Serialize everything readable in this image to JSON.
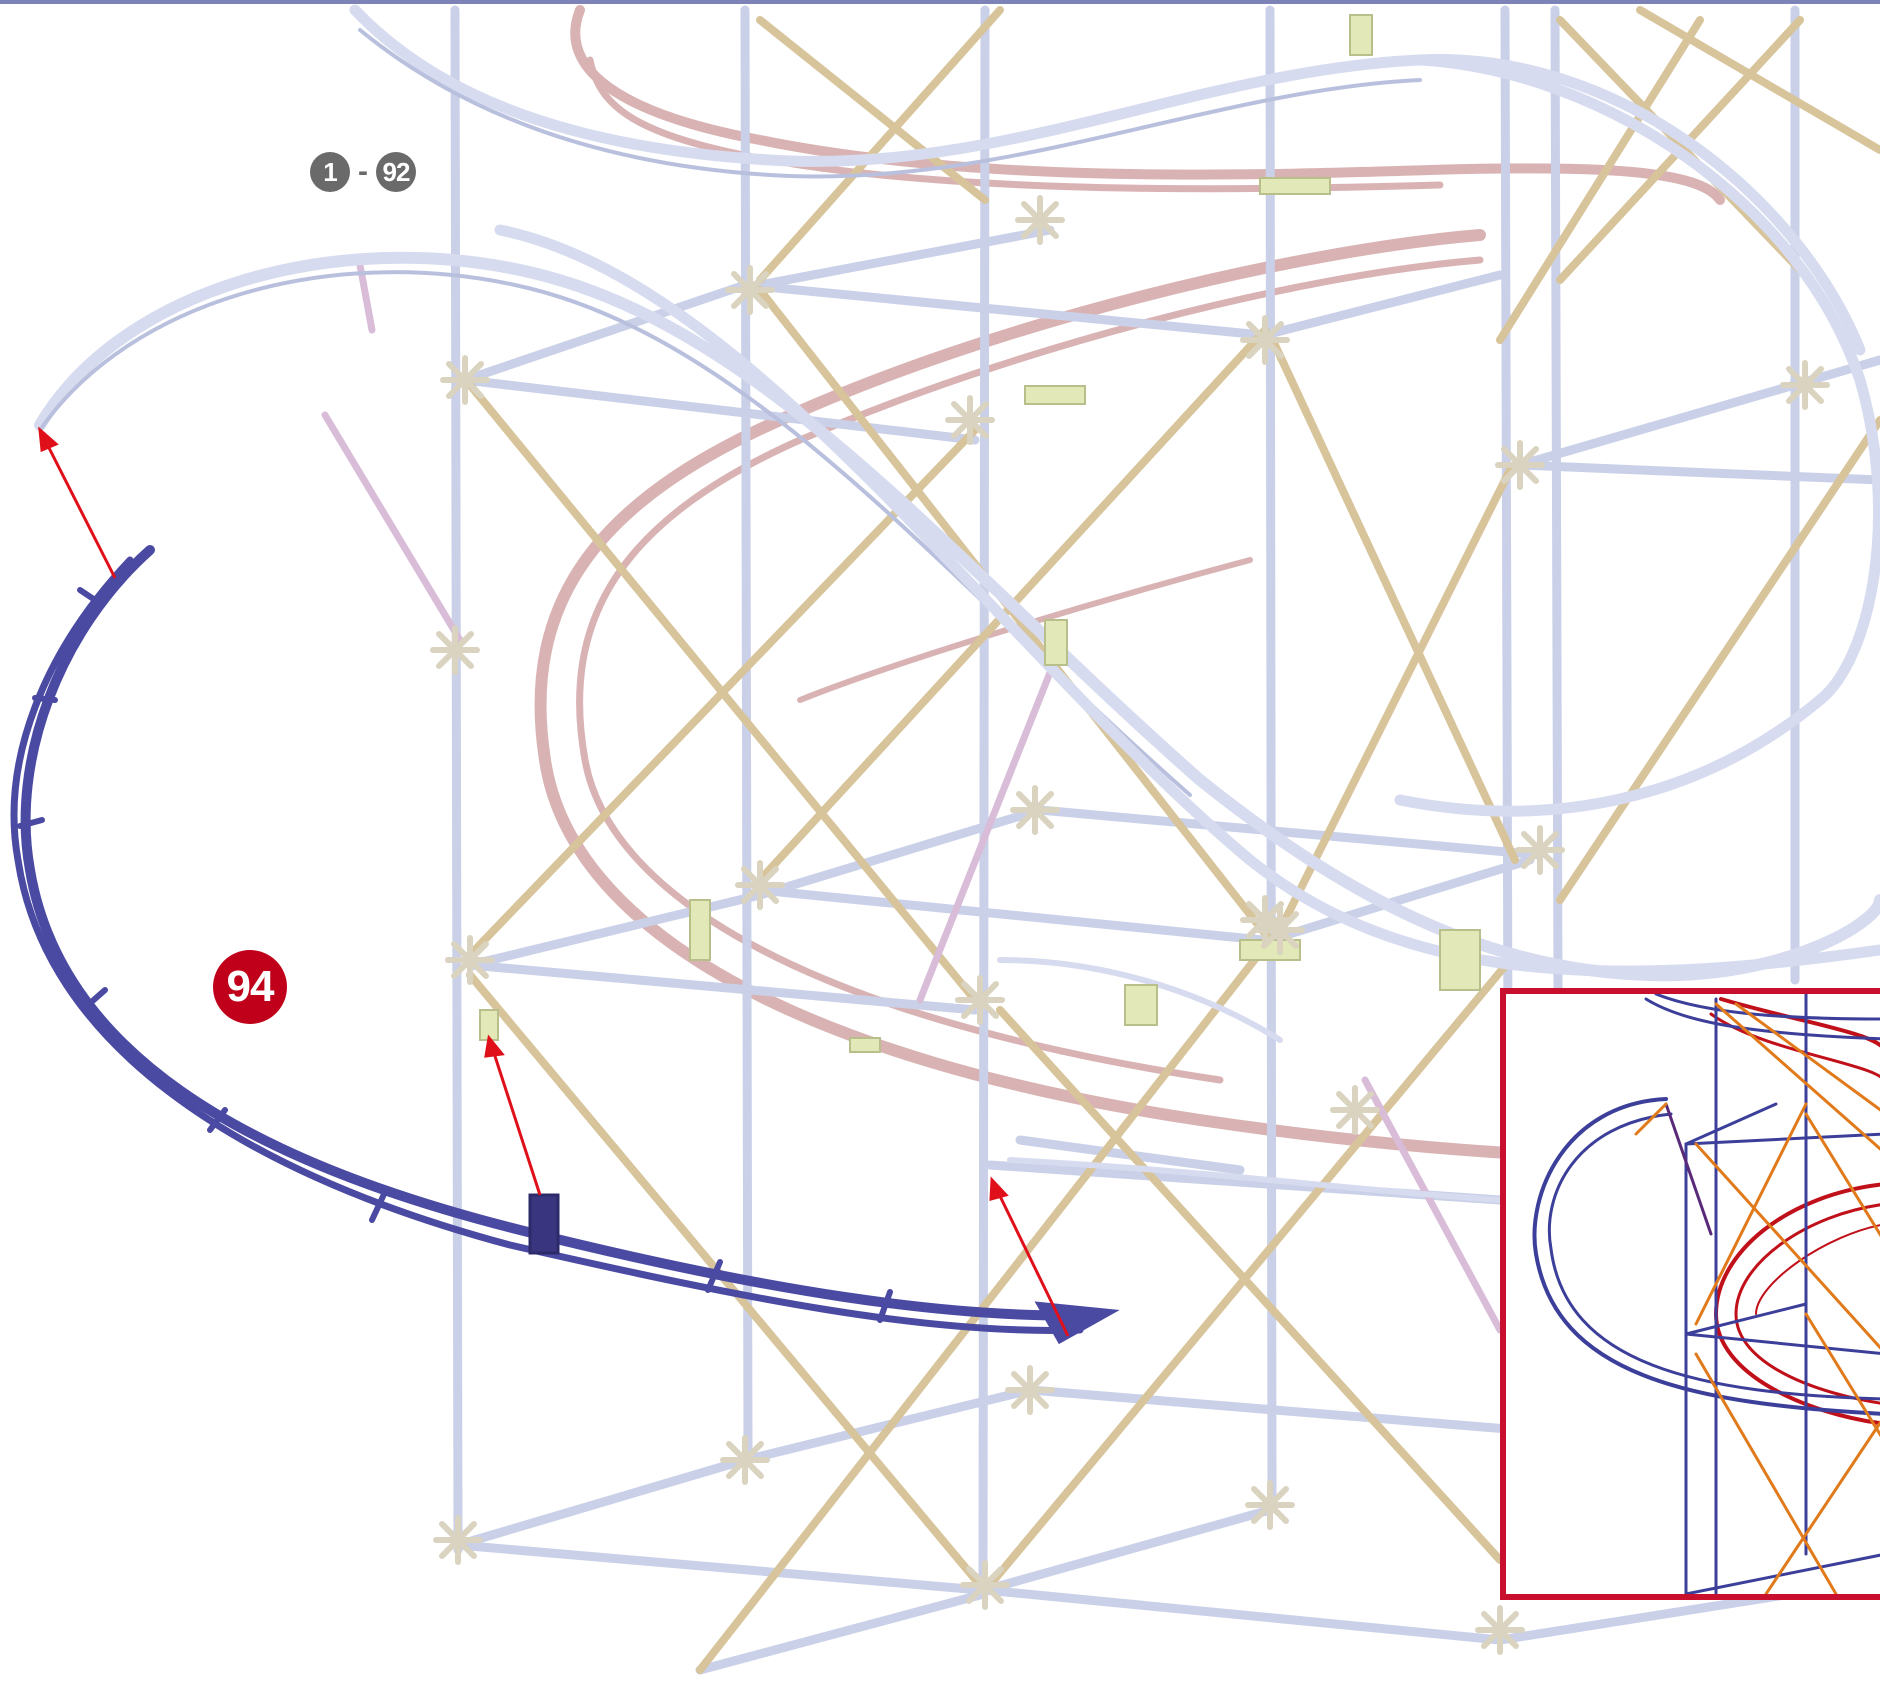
{
  "instruction": {
    "previous_steps": {
      "from": "1",
      "separator": "-",
      "to": "92"
    },
    "current_step": "94"
  },
  "colors": {
    "frame_rod": "#c9d0e8",
    "tan_rod": "#d8c49a",
    "pink_track": "#d9b3b3",
    "light_track": "#d7dbef",
    "new_track": "#4b4aa3",
    "arrow": "#e0101a",
    "inset_border": "#c8102e",
    "inset_blue": "#3c3f9a",
    "inset_red": "#c0101a",
    "inset_orange": "#e07a1a"
  },
  "icons": {
    "arrows": "red-arrow-icon",
    "connectors": "star-connector-icon"
  }
}
